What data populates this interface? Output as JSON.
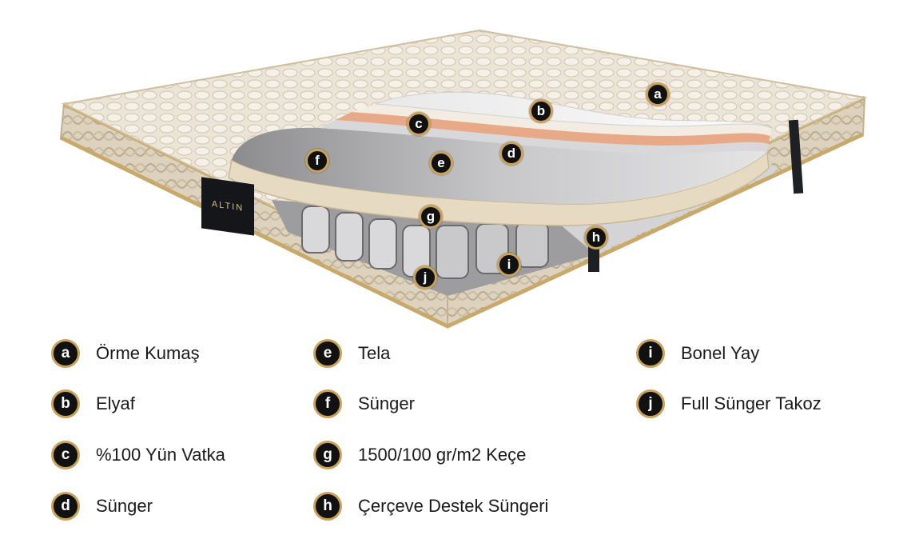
{
  "brand": {
    "tag_text": "ALTIN"
  },
  "colors": {
    "marker_fill": "#111111",
    "marker_ring": "#c9a25e",
    "label_text": "#1a1a1a"
  },
  "layers": [
    {
      "letter": "a",
      "name": "Örme Kumaş"
    },
    {
      "letter": "b",
      "name": "Elyaf"
    },
    {
      "letter": "c",
      "name": "%100 Yün Vatka"
    },
    {
      "letter": "d",
      "name": "Sünger"
    },
    {
      "letter": "e",
      "name": "Tela"
    },
    {
      "letter": "f",
      "name": "Sünger"
    },
    {
      "letter": "g",
      "name": "1500/100 gr/m2 Keçe"
    },
    {
      "letter": "h",
      "name": "Çerçeve Destek Süngeri"
    },
    {
      "letter": "i",
      "name": "Bonel Yay"
    },
    {
      "letter": "j",
      "name": "Full Sünger Takoz"
    }
  ]
}
